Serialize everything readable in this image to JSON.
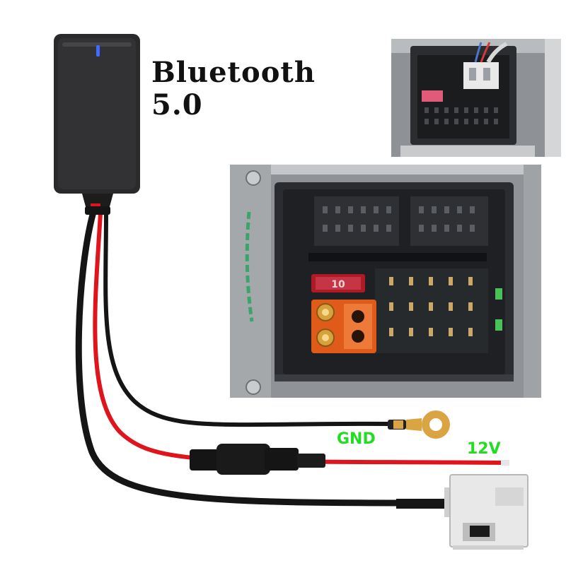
{
  "product": {
    "title_line1": "Bluetooth",
    "title_line2": "5.0"
  },
  "wires": {
    "gnd_label": "GND",
    "v12_label": "12V",
    "label_color": "#22dd22"
  },
  "photos": {
    "fuse_label": "10"
  },
  "colors": {
    "module_body": "#2a2a2c",
    "led": "#3d6dff",
    "wire_red": "#e0141c",
    "wire_black": "#151515",
    "ring_terminal": "#d9a441",
    "connector_plug": "#e8e8e8",
    "fuse_red": "#b01a26",
    "fuse_holder": "#e05a1a"
  }
}
